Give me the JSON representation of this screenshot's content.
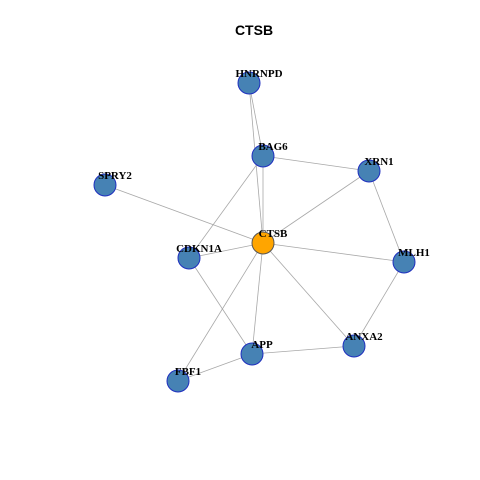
{
  "title": "CTSB",
  "colors": {
    "node_fill": "#4682b4",
    "node_stroke": "#1f2fbf",
    "hub_fill": "#ffa500",
    "hub_stroke": "#555555",
    "edge": "#a8a8a8"
  },
  "nodes": [
    {
      "id": "HNRNPD",
      "label": "HNRNPD",
      "hub": false
    },
    {
      "id": "BAG6",
      "label": "BAG6",
      "hub": false
    },
    {
      "id": "XRN1",
      "label": "XRN1",
      "hub": false
    },
    {
      "id": "SPRY2",
      "label": "SPRY2",
      "hub": false
    },
    {
      "id": "CTSB",
      "label": "CTSB",
      "hub": true
    },
    {
      "id": "CDKN1A",
      "label": "CDKN1A",
      "hub": false
    },
    {
      "id": "MLH1",
      "label": "MLH1",
      "hub": false
    },
    {
      "id": "ANXA2",
      "label": "ANXA2",
      "hub": false
    },
    {
      "id": "APP",
      "label": "APP",
      "hub": false
    },
    {
      "id": "FBF1",
      "label": "FBF1",
      "hub": false
    }
  ],
  "edges": [
    [
      "HNRNPD",
      "BAG6"
    ],
    [
      "HNRNPD",
      "CTSB"
    ],
    [
      "BAG6",
      "CTSB"
    ],
    [
      "BAG6",
      "XRN1"
    ],
    [
      "BAG6",
      "CDKN1A"
    ],
    [
      "XRN1",
      "CTSB"
    ],
    [
      "XRN1",
      "MLH1"
    ],
    [
      "SPRY2",
      "CTSB"
    ],
    [
      "CTSB",
      "CDKN1A"
    ],
    [
      "CTSB",
      "MLH1"
    ],
    [
      "CTSB",
      "ANXA2"
    ],
    [
      "CTSB",
      "APP"
    ],
    [
      "CTSB",
      "FBF1"
    ],
    [
      "CDKN1A",
      "APP"
    ],
    [
      "MLH1",
      "ANXA2"
    ],
    [
      "ANXA2",
      "APP"
    ],
    [
      "APP",
      "FBF1"
    ]
  ]
}
